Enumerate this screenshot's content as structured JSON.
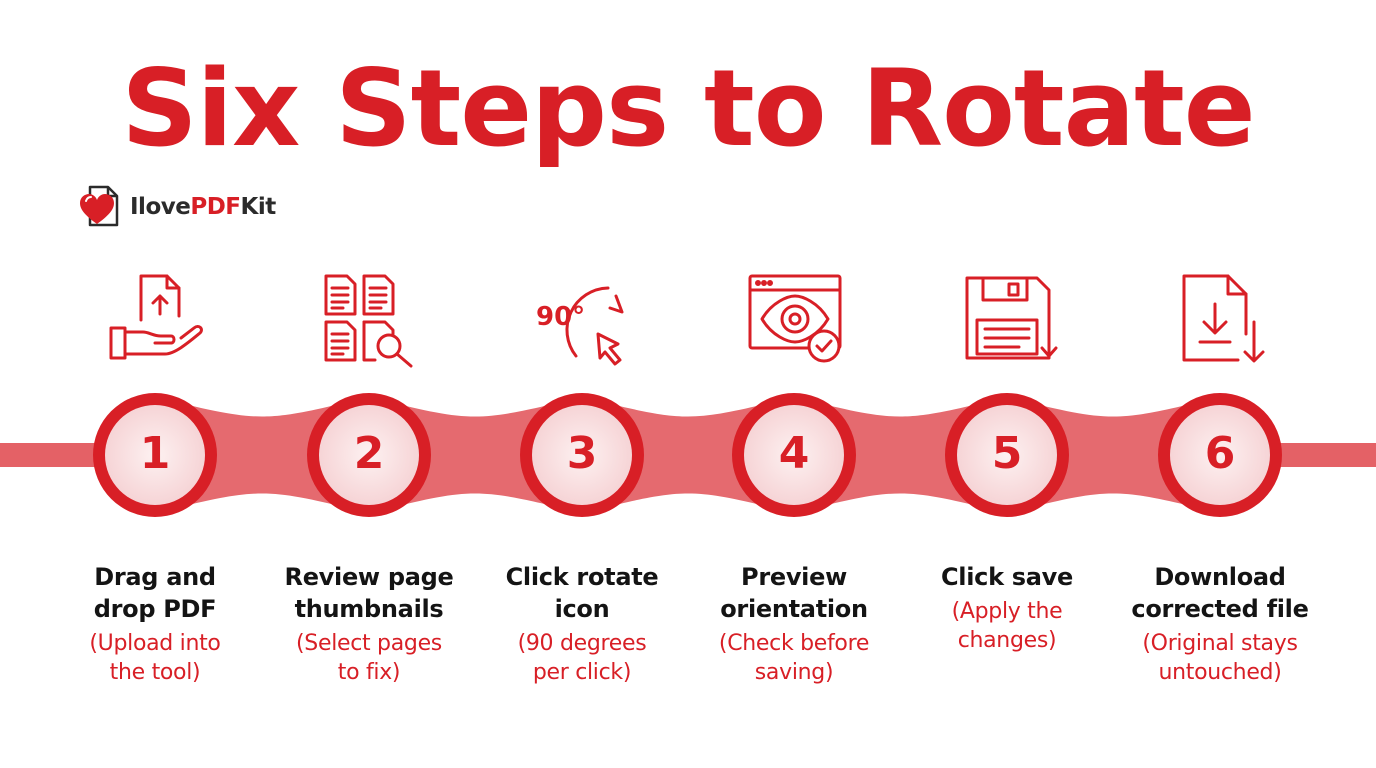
{
  "title": "Six Steps to Rotate",
  "brand": {
    "prefix": "Ilove",
    "accent": "PDF",
    "suffix": "Kit"
  },
  "colors": {
    "accent": "#d81f26",
    "band": "#e46166",
    "circle_fill": "#fbe6e7",
    "text": "#141414"
  },
  "steps": [
    {
      "number": "1",
      "title_line1": "Drag and",
      "title_line2": "drop PDF",
      "sub_line1": "(Upload into",
      "sub_line2": "the tool)",
      "icon": "upload-file-hand-icon"
    },
    {
      "number": "2",
      "title_line1": "Review page",
      "title_line2": "thumbnails",
      "sub_line1": "(Select pages",
      "sub_line2": "to fix)",
      "icon": "page-thumbnails-search-icon"
    },
    {
      "number": "3",
      "title_line1": "Click rotate",
      "title_line2": "icon",
      "sub_line1": "(90 degrees",
      "sub_line2": "per click)",
      "icon": "rotate-90-cursor-icon",
      "icon_label": "90°"
    },
    {
      "number": "4",
      "title_line1": "Preview",
      "title_line2": "orientation",
      "sub_line1": "(Check before",
      "sub_line2": "saving)",
      "icon": "preview-eye-check-icon"
    },
    {
      "number": "5",
      "title_line1": "Click save",
      "title_line2": "",
      "sub_line1": "(Apply the",
      "sub_line2": "changes)",
      "icon": "save-floppy-icon"
    },
    {
      "number": "6",
      "title_line1": "Download",
      "title_line2": "corrected file",
      "sub_line1": "(Original stays",
      "sub_line2": "untouched)",
      "icon": "download-file-icon"
    }
  ]
}
